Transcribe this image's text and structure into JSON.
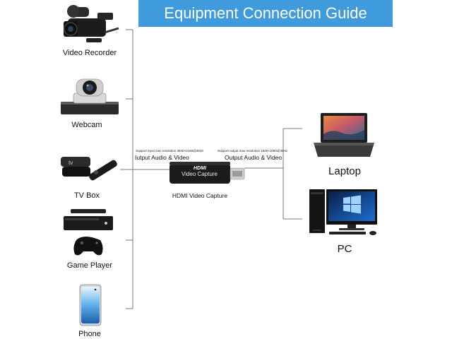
{
  "banner": {
    "title": "Equipment Connection Guide",
    "color": "#3f9bdc"
  },
  "sources": [
    {
      "label": "Video Recorder",
      "icon": "video-recorder-icon"
    },
    {
      "label": "Webcam",
      "icon": "webcam-icon"
    },
    {
      "label": "TV Box",
      "icon": "tv-box-icon"
    },
    {
      "label": "Game Player",
      "icon": "game-console-icon"
    },
    {
      "label": "Phone",
      "icon": "phone-icon"
    }
  ],
  "capture": {
    "name": "HDMI Video Capture",
    "device_text": "Video Capture",
    "logo": "HDMI",
    "input_spec": "Support input max resolution 3840×2160@30Hz",
    "input_label": "Iutput Audio & Video",
    "output_spec": "Support output max resolution 1920×1080@30Hz",
    "output_label": "Output Audio & Video"
  },
  "outputs": [
    {
      "label": "Laptop",
      "icon": "laptop-icon"
    },
    {
      "label": "PC",
      "icon": "desktop-pc-icon"
    }
  ]
}
